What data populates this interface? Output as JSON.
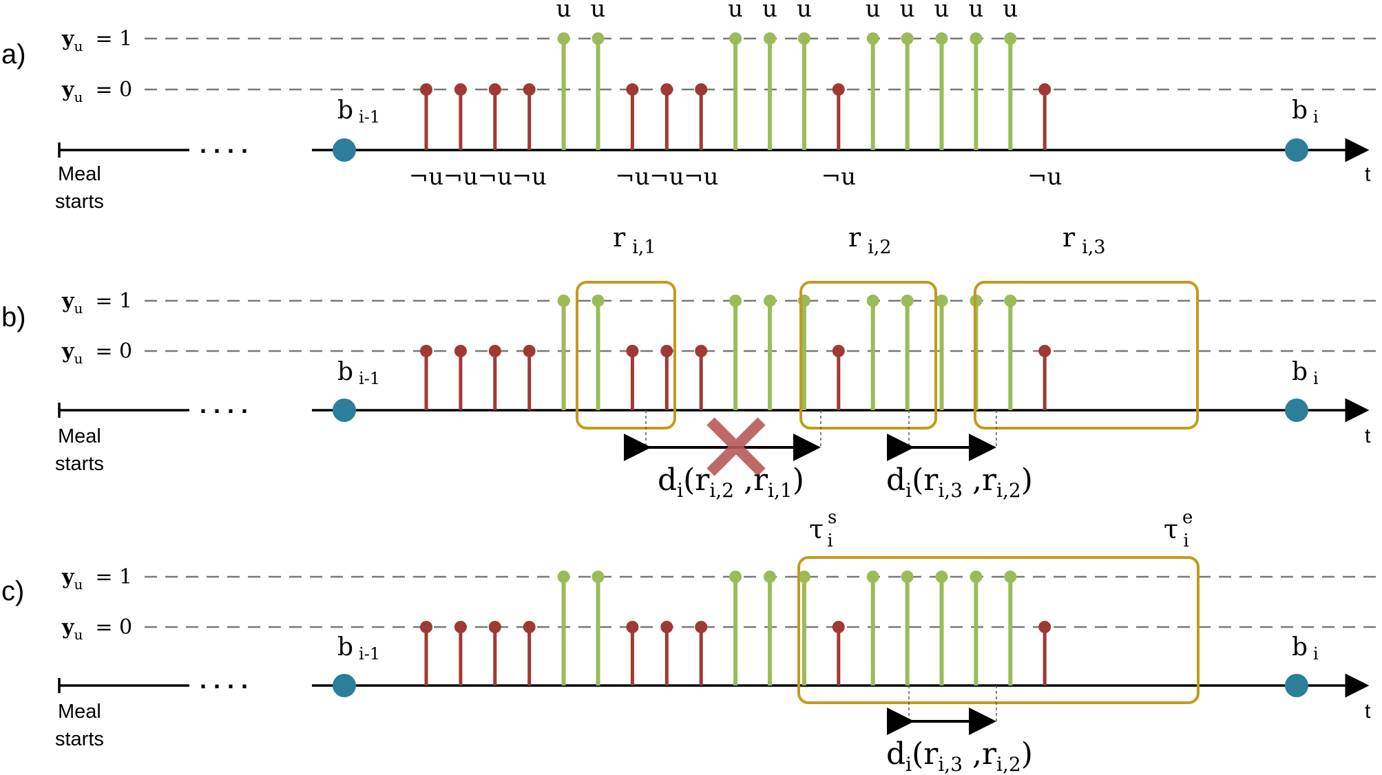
{
  "colors": {
    "pos": "#9BBB59",
    "neg": "#9E3A33",
    "bite": "#2B7F9A",
    "box": "#C49A1C",
    "cross": "#B85A5A"
  },
  "labels": {
    "yu_symbol": "y",
    "yu_sub": "u",
    "yu_one": "= 1",
    "yu_zero": "= 0",
    "b_prev": "b",
    "b_prev_sub": "i-1",
    "b_curr": "b",
    "b_curr_sub": "i",
    "meal_line1": "Meal",
    "meal_line2": "starts",
    "t": "t",
    "dots": ". . . .",
    "pos_label": "u",
    "neg_label": "¬u"
  },
  "samples": [
    0,
    0,
    0,
    0,
    1,
    1,
    0,
    0,
    0,
    1,
    1,
    1,
    0,
    1,
    1,
    1,
    1,
    1,
    0
  ],
  "panels": [
    {
      "id": "a",
      "letter": "a)",
      "show_sample_labels": true
    },
    {
      "id": "b",
      "letter": "b)",
      "regions": [
        {
          "label": "r",
          "sub": "i,1"
        },
        {
          "label": "r",
          "sub": "i,2"
        },
        {
          "label": "r",
          "sub": "i,3"
        }
      ],
      "distances": [
        {
          "main": "d",
          "sub": "i",
          "open": "(r",
          "s1": "i,2",
          "mid": " ,r",
          "s2": "i,1",
          "close": ")",
          "rejected": true
        },
        {
          "main": "d",
          "sub": "i",
          "open": "(r",
          "s1": "i,3",
          "mid": " ,r",
          "s2": "i,2",
          "close": ")",
          "rejected": false
        }
      ]
    },
    {
      "id": "c",
      "letter": "c)",
      "tau_start": {
        "main": "τ",
        "sup": "s",
        "sub": "i"
      },
      "tau_end": {
        "main": "τ",
        "sup": "e",
        "sub": "i"
      },
      "distance": {
        "main": "d",
        "sub": "i",
        "open": "(r",
        "s1": "i,3",
        "mid": " ,r",
        "s2": "i,2",
        "close": ")"
      }
    }
  ]
}
